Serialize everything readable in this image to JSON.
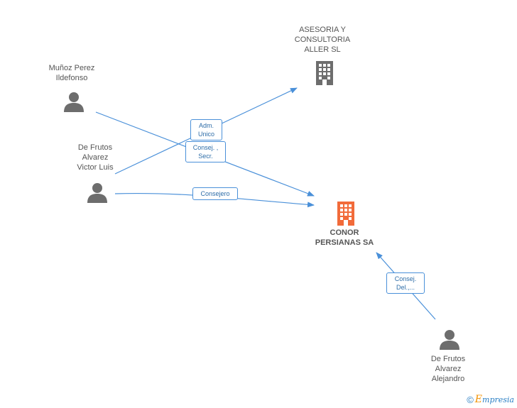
{
  "nodes": {
    "asesoria": {
      "label": "ASESORIA Y\nCONSULTORIA\nALLER SL"
    },
    "munoz": {
      "label": "Muñoz Perez\nIldefonso"
    },
    "victor": {
      "label": "De Frutos\nAlvarez\nVictor Luis"
    },
    "conor": {
      "label": "CONOR\nPERSIANAS SA"
    },
    "alejandro": {
      "label": "De Frutos\nAlvarez\nAlejandro"
    }
  },
  "edges": {
    "adm_unico": {
      "label": "Adm.\nUnico"
    },
    "consej_secr": {
      "label": "Consej. ,\nSecr."
    },
    "consejero": {
      "label": "Consejero"
    },
    "consej_del": {
      "label": "Consej.\nDel.,..."
    }
  },
  "colors": {
    "edge": "#4a90d9",
    "person_icon": "#6d6d6d",
    "company_icon": "#6d6d6d",
    "focus_company_icon": "#f26b3a"
  },
  "watermark": {
    "copyright": "©",
    "brand_first": "E",
    "brand_rest": "mpresia"
  }
}
